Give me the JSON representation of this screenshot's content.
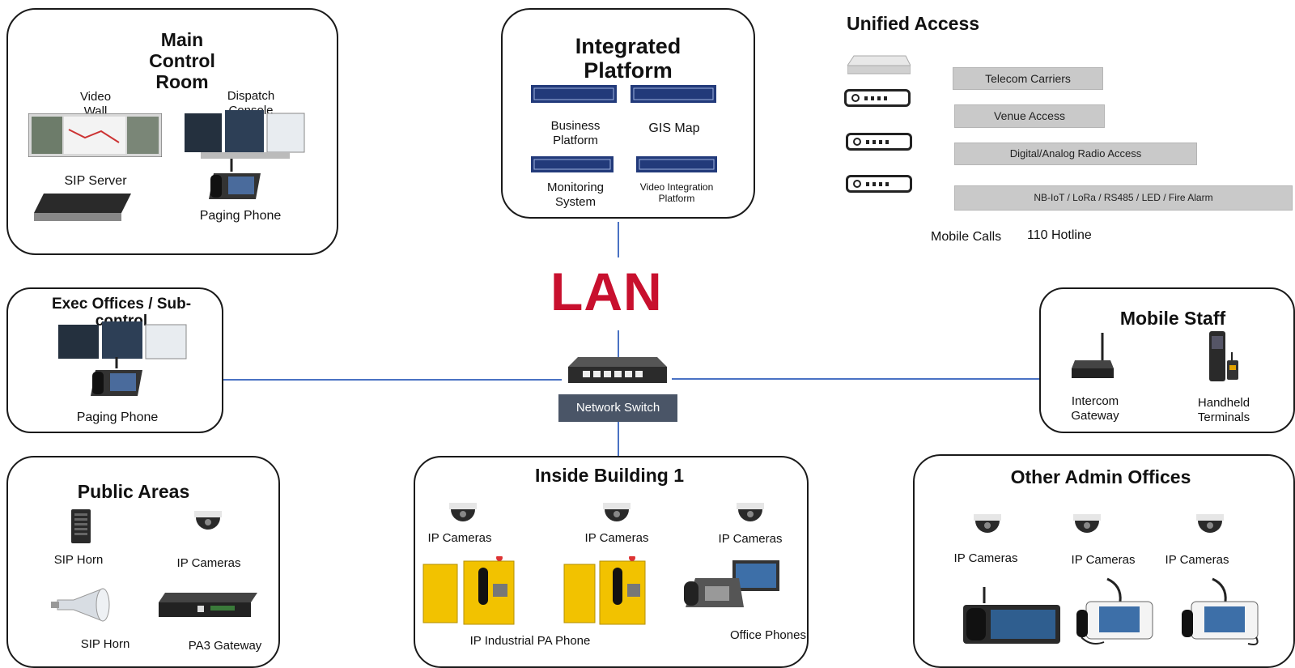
{
  "main_control": {
    "title": "Main\nControl\nRoom",
    "video_wall": "Video\nWall",
    "dispatch": "Dispatch\nConsole",
    "sip_server": "SIP Server",
    "paging_phone": "Paging Phone"
  },
  "integrated": {
    "title": "Integrated\nPlatform",
    "business": "Business\nPlatform",
    "gis": "GIS Map",
    "monitoring": "Monitoring\nSystem",
    "video_integration": "Video Integration\nPlatform"
  },
  "unified": {
    "title": "Unified Access",
    "bars": [
      "Telecom Carriers",
      "Venue Access",
      "Digital/Analog Radio Access",
      "NB-IoT / LoRa / RS485 / LED / Fire Alarm"
    ],
    "mobile_calls": "Mobile Calls",
    "hotline": "110 Hotline"
  },
  "lan": {
    "label": "LAN",
    "switch": "Network Switch"
  },
  "exec": {
    "title": "Exec Offices / Sub-\ncontrol",
    "paging_phone": "Paging Phone"
  },
  "mobile": {
    "title": "Mobile Staff",
    "intercom": "Intercom\nGateway",
    "handheld": "Handheld\nTerminals"
  },
  "public": {
    "title": "Public Areas",
    "sip_horn_1": "SIP Horn",
    "ip_cameras": "IP Cameras",
    "sip_horn_2": "SIP Horn",
    "pa3": "PA3 Gateway"
  },
  "building": {
    "title": "Inside Building 1",
    "cam1": "IP Cameras",
    "cam2": "IP Cameras",
    "cam3": "IP Cameras",
    "industrial": "IP Industrial PA Phone",
    "office": "Office Phones"
  },
  "admin": {
    "title": "Other Admin Offices",
    "cam1": "IP Cameras",
    "cam2": "IP Cameras",
    "cam3": "IP Cameras"
  },
  "colors": {
    "lan": "#c8102e",
    "links": "#4a72c4",
    "bars": "#c9c9c9",
    "switch_label": "#4a5567",
    "box_border": "#1a1a1a"
  }
}
